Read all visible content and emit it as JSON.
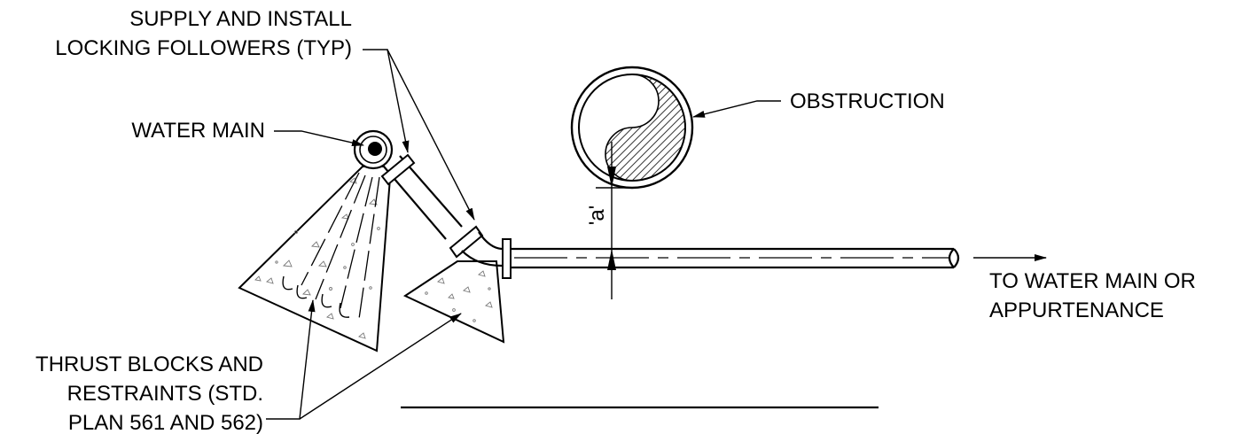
{
  "labels": {
    "followers_line1": "SUPPLY AND INSTALL",
    "followers_line2": "LOCKING FOLLOWERS (TYP)",
    "water_main": "WATER MAIN",
    "obstruction": "OBSTRUCTION",
    "clearance": "'a'",
    "to_main_line1": "TO WATER MAIN OR",
    "to_main_line2": "APPURTENANCE",
    "thrust_line1": "THRUST BLOCKS AND",
    "thrust_line2": "RESTRAINTS (STD.",
    "thrust_line3": "PLAN 561 AND 562)"
  }
}
